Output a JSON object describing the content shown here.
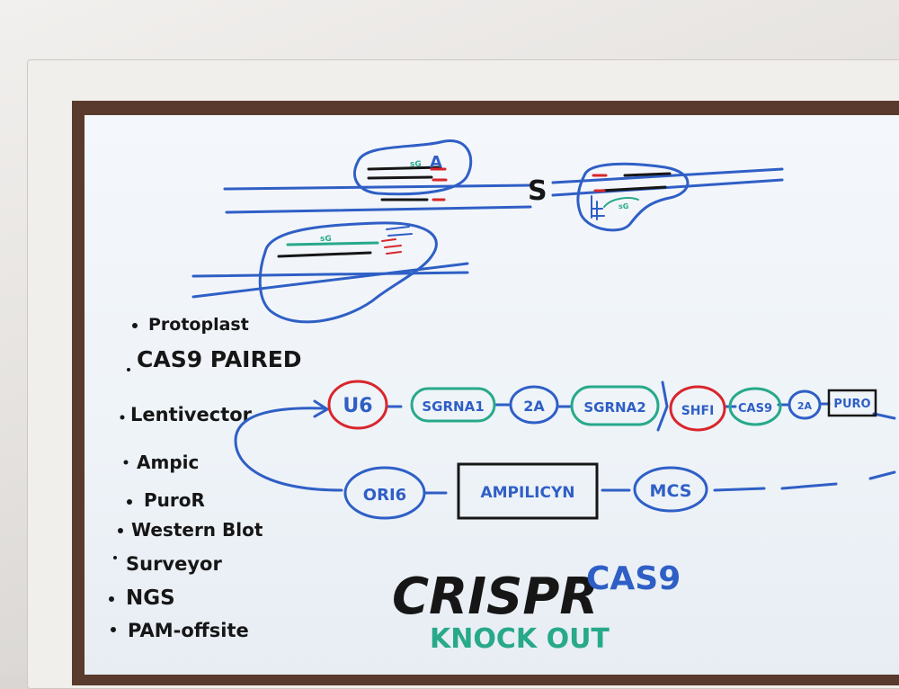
{
  "diagram": {
    "complex_labels": {
      "top_left_sg": "sG",
      "top_left_letter": "A",
      "top_right_sg": "sG",
      "bottom_left_sg": "sG"
    },
    "cut_mark": "S"
  },
  "checklist": {
    "items": [
      "Protoplast",
      "CAS9 PAIRED",
      "Lentivector",
      "Ampic",
      "PuroR",
      "Western Blot",
      "Surveyor",
      "NGS",
      "PAM-offsite"
    ]
  },
  "plasmid": {
    "row1": [
      "U6",
      "SGRNA1",
      "2A",
      "SGRNA2",
      "SHFI",
      "CAS9",
      "2A",
      "PURO"
    ],
    "row2": [
      "ORI6",
      "AMPILICYN",
      "MCS"
    ]
  },
  "title": {
    "main": "CRISPR",
    "accent": "CAS9",
    "subtitle": "KNOCK OUT"
  },
  "colors": {
    "blue": "#2f5fc6",
    "red": "#d8262c",
    "green": "#27a98a",
    "black": "#161616"
  }
}
